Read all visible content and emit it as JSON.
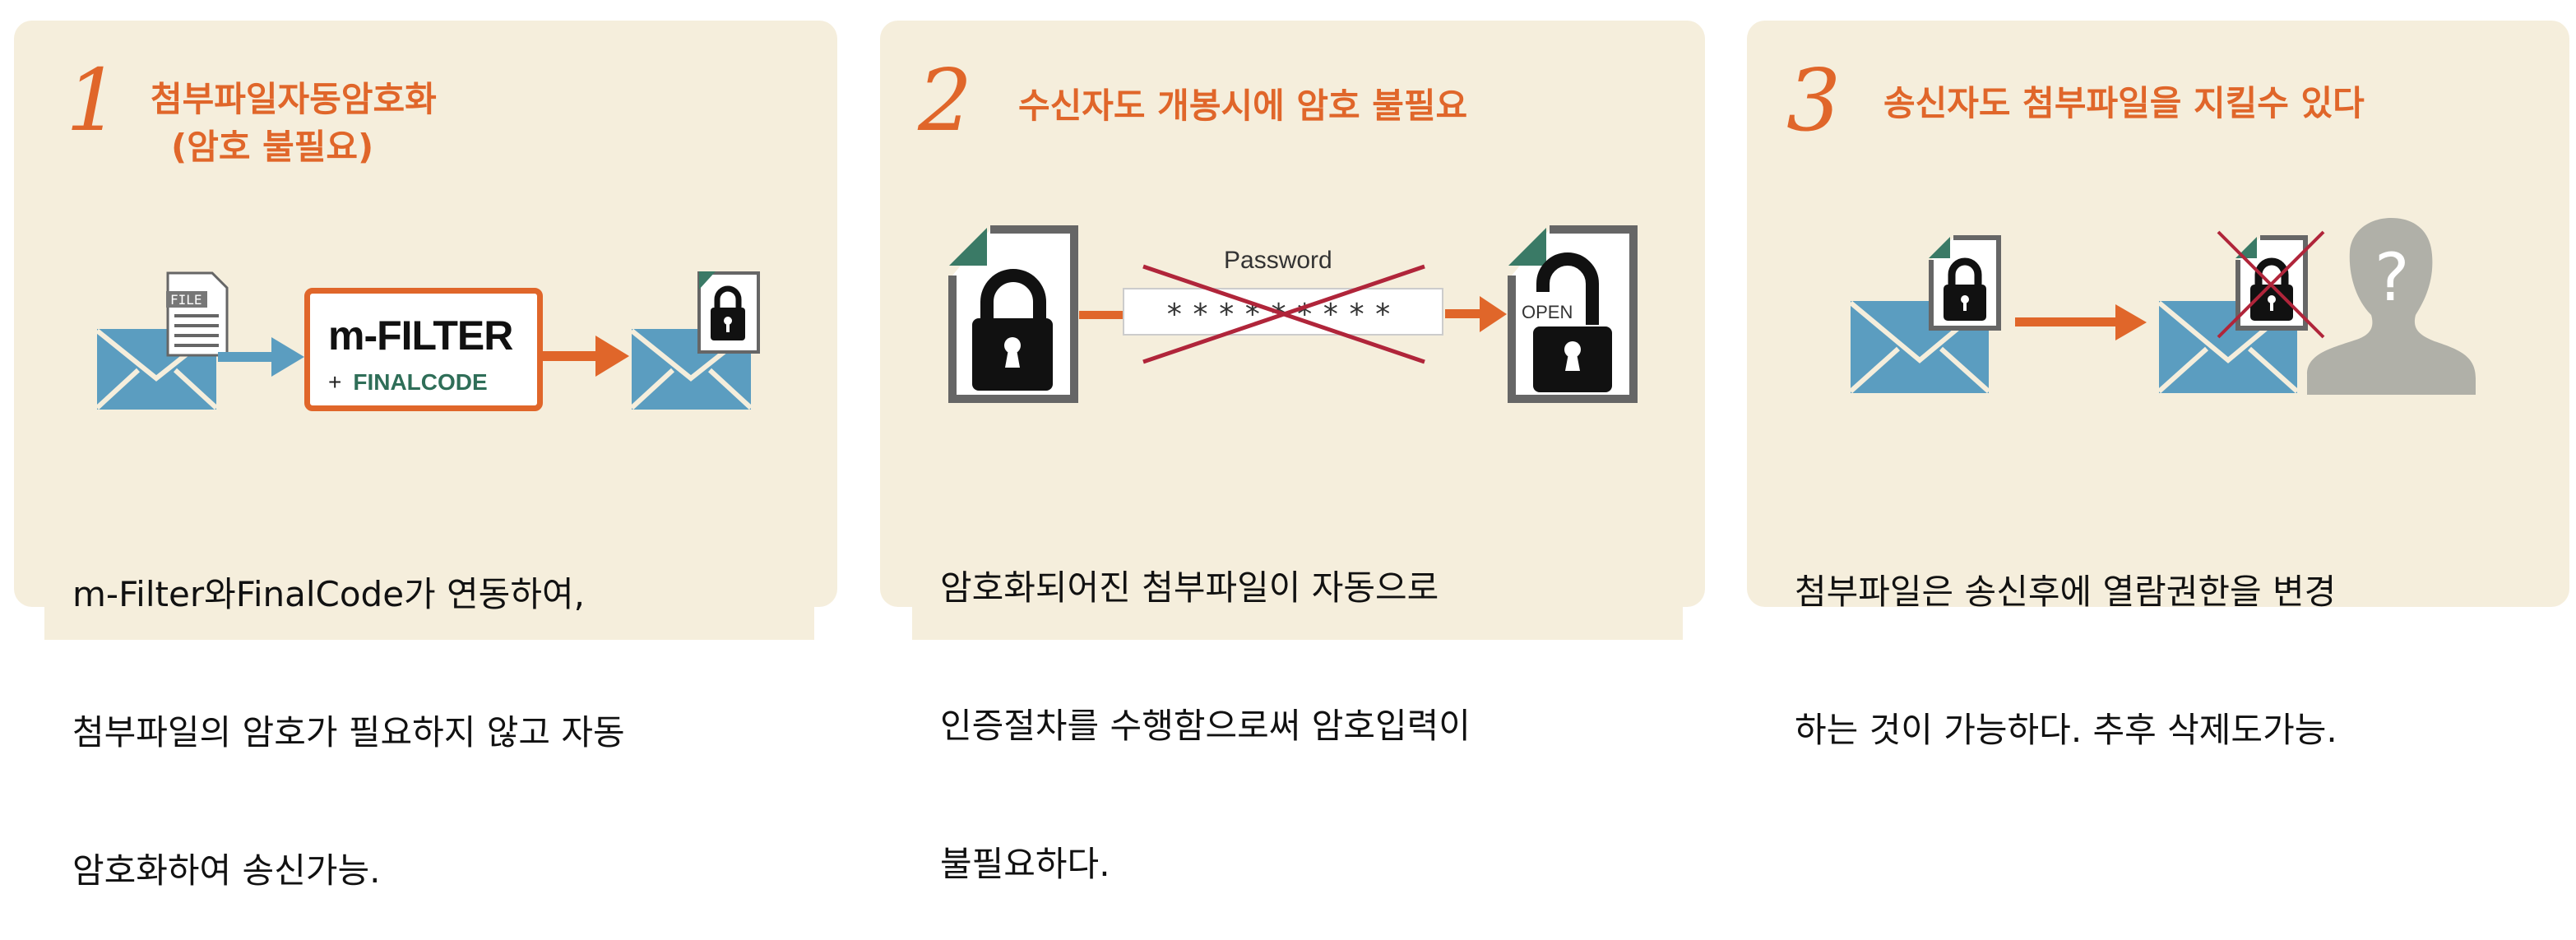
{
  "panels": [
    {
      "number": "1",
      "title_line1": "첨부파일자동암호화",
      "title_line2": "(암호 불필요)",
      "logo_main": "m-FILTER",
      "logo_sub_plus": "+",
      "logo_sub": "FINALCODE",
      "file_label": "FILE",
      "body": [
        "m-Filter와FinalCode가 연동하여,",
        "첨부파일의 암호가 필요하지 않고 자동",
        "암호화하여 송신가능."
      ]
    },
    {
      "number": "2",
      "title": "수신자도 개봉시에 암호 불필요",
      "password_label": "Password",
      "password_mask": "*********",
      "open_label": "OPEN",
      "body": [
        "암호화되어진 첨부파일이 자동으로",
        "인증절차를 수행함으로써 암호입력이",
        "불필요하다."
      ]
    },
    {
      "number": "3",
      "title": "송신자도 첨부파일을 지킬수 있다",
      "unknown_mark": "?",
      "body": [
        "첨부파일은 송신후에 열람권한을 변경",
        "하는 것이 가능하다. 추후 삭제도가능."
      ]
    }
  ],
  "colors": {
    "accent": "#e0662a",
    "panel_bg": "#f5eedc",
    "envelope": "#5b9dc0",
    "doc_corner": "#3a7a66",
    "cross": "#b0253a",
    "person": "#b0b0a8"
  }
}
